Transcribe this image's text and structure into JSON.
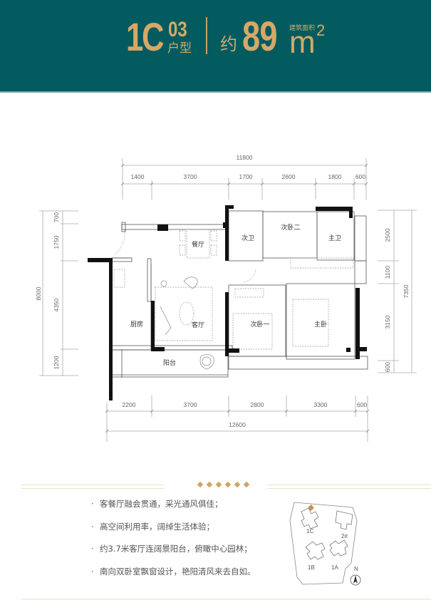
{
  "header": {
    "unit_code": "1C",
    "unit_number": "03",
    "type_label": "户型",
    "approx_label": "约",
    "area_value": "89",
    "area_label": "建筑面积",
    "area_unit": "m",
    "area_unit_sup": "2",
    "background_color": "#035b60",
    "accent_color": "#d6a866"
  },
  "floorplan": {
    "top_total": "11800",
    "top_segments": [
      "1400",
      "3700",
      "1700",
      "2600",
      "1800",
      "600"
    ],
    "bottom_total": "12600",
    "bottom_segments": [
      "2200",
      "3700",
      "2800",
      "3300",
      "600"
    ],
    "left_total": "8000",
    "left_segments": [
      "700",
      "1750",
      "4350",
      "1200"
    ],
    "right_total": "7350",
    "right_segments": [
      "2500",
      "1100",
      "3150",
      "600"
    ],
    "rooms": {
      "dining": "餐厅",
      "living": "客厅",
      "kitchen": "厨房",
      "balcony": "阳台",
      "second_bath": "次卫",
      "bedroom_two": "次卧二",
      "master_bath": "主卫",
      "bedroom_one": "次卧一",
      "master_bedroom": "主卧"
    }
  },
  "features": [
    "客餐厅融会贯通，采光通风俱佳；",
    "高空间利用率，阔绰生活体验；",
    "约3.7米客厅连阔景阳台，俯瞰中心园林；",
    "南向双卧室飘窗设计，艳阳清风来去自如。"
  ],
  "site_map": {
    "buildings": [
      "1C",
      "2#",
      "1B",
      "1A"
    ],
    "highlight_building": "1C",
    "compass_label": "N",
    "highlight_color": "#c9924a"
  }
}
